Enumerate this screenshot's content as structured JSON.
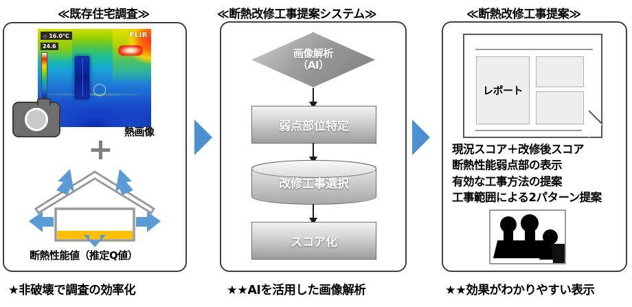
{
  "panels": [
    {
      "id": "survey",
      "title": "≪既存住宅調査≫",
      "caption": "★非破壊で調査の効率化",
      "thermal": {
        "temp_label": "16.0°C",
        "scale_value": "24.6",
        "brand": "FLIR"
      },
      "image_label": "熱画像",
      "plus_symbol": "+",
      "result_label": "断熱性能値（推定Q値）"
    },
    {
      "id": "system",
      "title": "≪断熱改修工事提案システム≫",
      "caption": "★★AIを活用した画像解析",
      "flow": [
        {
          "shape": "diamond",
          "line1": "画像解析",
          "line2": "（AI）"
        },
        {
          "shape": "rect",
          "label": "弱点部位特定"
        },
        {
          "shape": "cylinder",
          "label": "改修工事選択"
        },
        {
          "shape": "rect",
          "label": "スコア化"
        }
      ]
    },
    {
      "id": "proposal",
      "title": "≪断熱改修工事提案≫",
      "caption": "★★効果がわかりやすい表示",
      "report_label": "レポート",
      "bullets": [
        "現況スコア＋改修後スコア",
        "断熱性能弱点部の表示",
        "有効な工事方法の提案",
        "工事範囲による2パターン提案"
      ]
    }
  ],
  "colors": {
    "arrow_blue": "#4a8fd0",
    "house_arrow_blue": "#5b9bd5",
    "floor_yellow": "#ffc000",
    "panel_border": "#3f3f3f",
    "plus_gray": "#808080"
  },
  "flow_arrow_label": "下向き矢印"
}
